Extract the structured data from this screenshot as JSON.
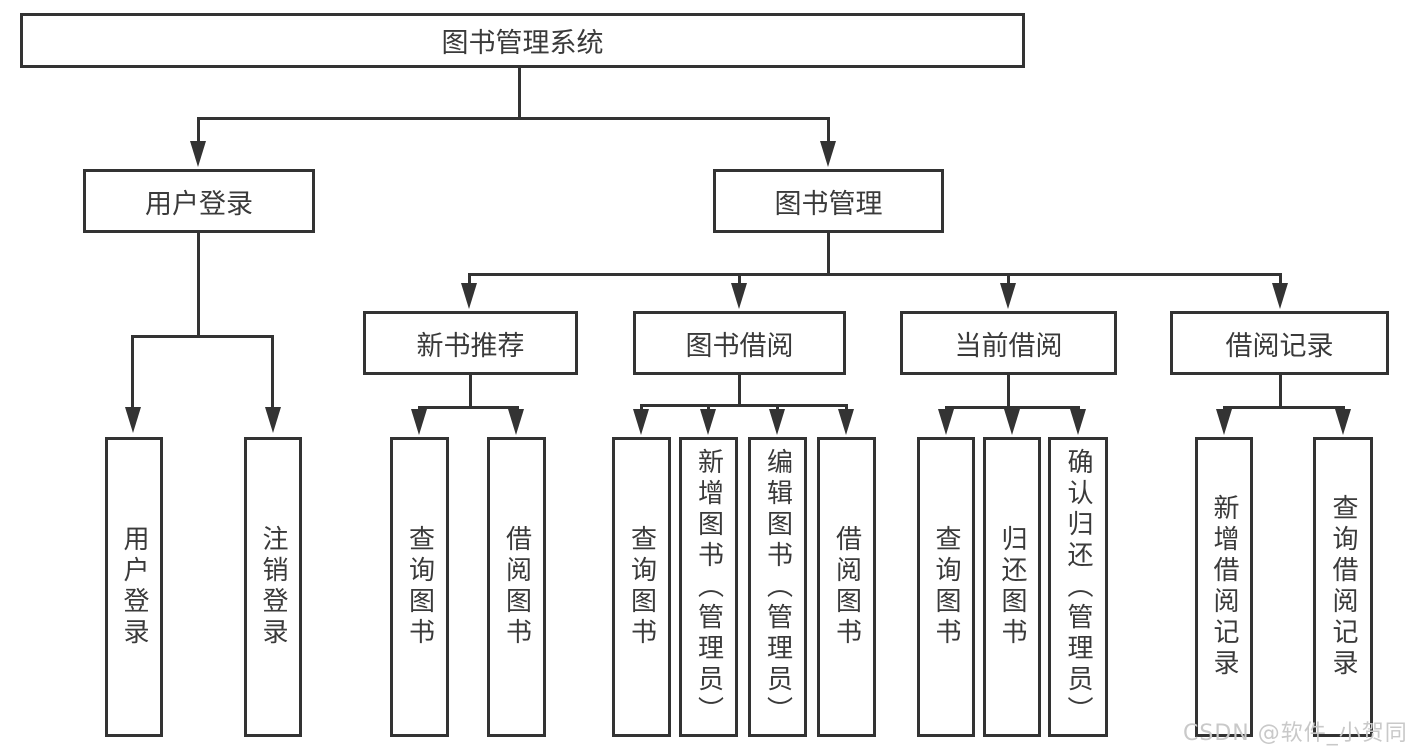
{
  "tree": {
    "label": "图书管理系统",
    "children": [
      {
        "label": "用户登录",
        "children": [
          {
            "label": "用户登录"
          },
          {
            "label": "注销登录"
          }
        ]
      },
      {
        "label": "图书管理",
        "children": [
          {
            "label": "新书推荐",
            "children": [
              {
                "label": "查询图书"
              },
              {
                "label": "借阅图书"
              }
            ]
          },
          {
            "label": "图书借阅",
            "children": [
              {
                "label": "查询图书"
              },
              {
                "label": "新增图书（管理员）"
              },
              {
                "label": "编辑图书（管理员）"
              },
              {
                "label": "借阅图书"
              }
            ]
          },
          {
            "label": "当前借阅",
            "children": [
              {
                "label": "查询图书"
              },
              {
                "label": "归还图书"
              },
              {
                "label": "确认归还（管理员）"
              }
            ]
          },
          {
            "label": "借阅记录",
            "children": [
              {
                "label": "新增借阅记录"
              },
              {
                "label": "查询借阅记录"
              }
            ]
          }
        ]
      }
    ]
  },
  "watermark": "CSDN @软件_小贺同学",
  "colors": {
    "line": "#333333",
    "text": "#3a3a3a",
    "watermark": "#c9c9c9",
    "background": "#ffffff"
  }
}
